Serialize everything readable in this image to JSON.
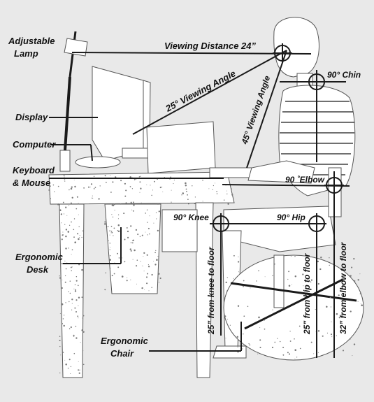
{
  "labels": {
    "lamp_line1": "Adjustable",
    "lamp_line2": "Lamp",
    "display": "Display",
    "computer": "Computer",
    "keyboard_line1": "Keyboard",
    "keyboard_line2": "& Mouse",
    "desk_line1": "Ergonomic",
    "desk_line2": "Desk",
    "chair_line1": "Ergonomic",
    "chair_line2": "Chair",
    "viewing_distance": "Viewing Distance 24”",
    "viewing_angle_25": "25° Viewing Angle",
    "viewing_angle_45": "45° Viewing Angle",
    "chin": "90° Chin",
    "elbow": "90 ˚Elbow",
    "knee": "90° Knee",
    "hip": "90° Hip",
    "knee_to_floor": "25” from knee to floor",
    "hip_to_floor": "25” from hip to floor",
    "elbow_to_floor": "32” from elbow to floor"
  },
  "colors": {
    "background": "#e9e9e9",
    "ink": "#1a1a1a",
    "figure": "#ffffff"
  }
}
